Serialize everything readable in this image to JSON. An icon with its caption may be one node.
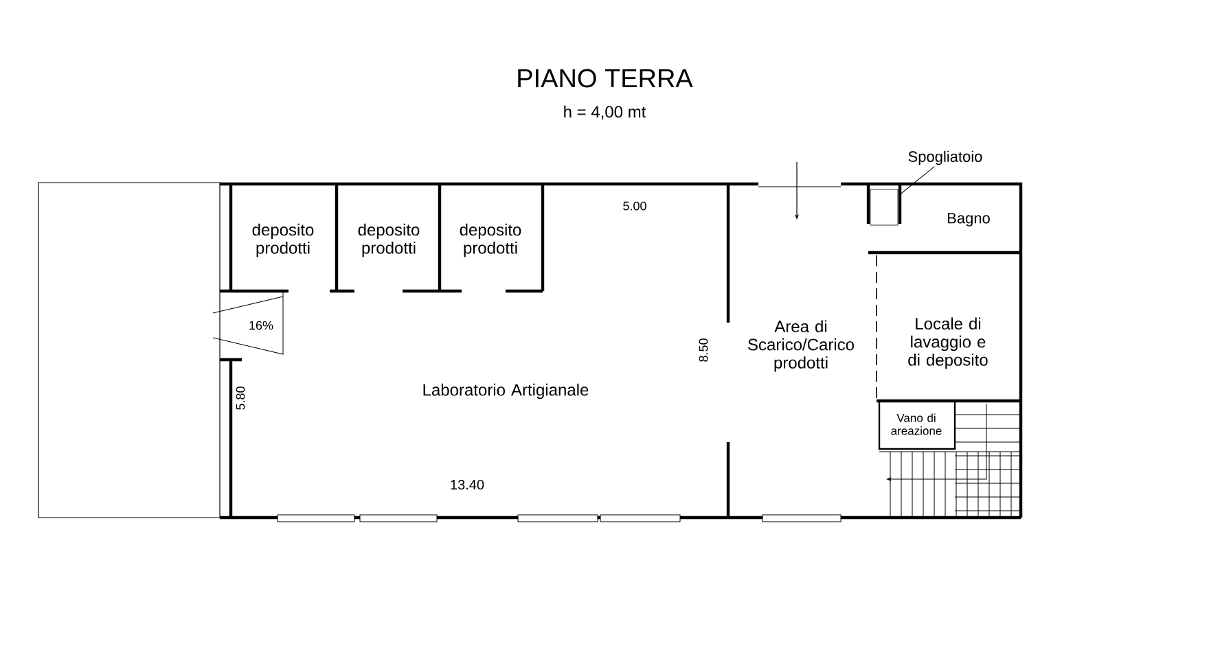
{
  "diagram": {
    "title": "PIANO TERRA",
    "nodes": [
      {
        "text": [
          "Laboratorio Artigianale"
        ]
      },
      {
        "text": [
          "deposito prodotti"
        ]
      },
      {
        "text": [
          "deposito prodotti"
        ]
      },
      {
        "text": [
          "deposito prodotti"
        ]
      },
      {
        "text": [
          "Area di Scarico/Carico prodotti"
        ]
      },
      {
        "text": [
          "Locale di lavaggio e di deposito"
        ]
      },
      {
        "text": [
          "Bagno"
        ]
      },
      {
        "text": [
          "Vano di areazione"
        ]
      },
      {
        "text": [
          "Spogliatoio"
        ]
      },
      {
        "text": [],
        "shape": "box"
      }
    ],
    "edges": [
      {
        "from": 8,
        "to": 9,
        "arrow": "none"
      }
    ],
    "labels": [
      "h = 4,00 mt",
      "5.00",
      "16%",
      "8.50",
      "5.80",
      "13.40"
    ]
  }
}
